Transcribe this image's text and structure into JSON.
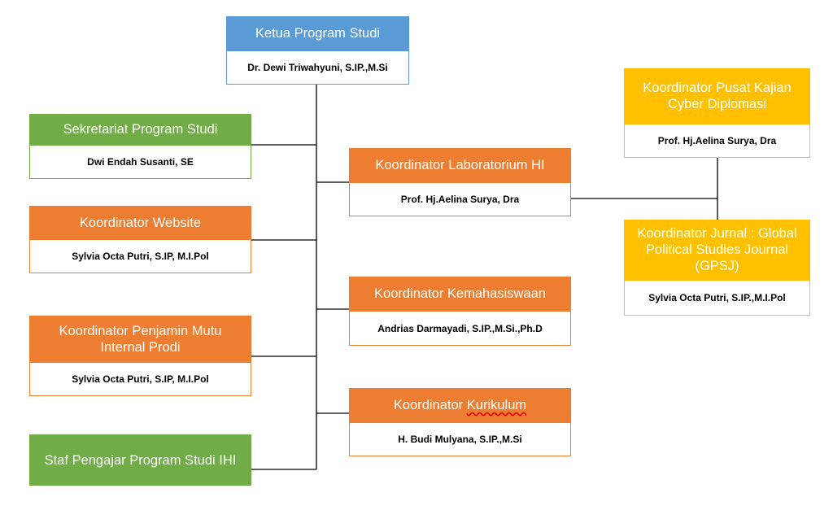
{
  "ketua": {
    "title": "Ketua Program Studi",
    "name": "Dr. Dewi Triwahyuni, S.IP.,M.Si"
  },
  "sekretariat": {
    "title": "Sekretariat Program Studi",
    "name": "Dwi Endah Susanti, SE"
  },
  "website": {
    "title": "Koordinator Website",
    "name": "Sylvia Octa Putri, S.IP, M.I.Pol"
  },
  "penjamin_mutu": {
    "title": "Koordinator Penjamin Mutu Internal Prodi",
    "name": "Sylvia Octa Putri, S.IP, M.I.Pol"
  },
  "staf": {
    "title": "Staf Pengajar Program Studi IHI"
  },
  "laboratorium": {
    "title": "Koordinator  Laboratorium HI",
    "name": "Prof. Hj.Aelina Surya, Dra"
  },
  "kemahasiswaan": {
    "title": "Koordinator  Kemahasiswaan",
    "name": "Andrias Darmayadi, S.IP.,M.Si.,Ph.D"
  },
  "kurikulum": {
    "title_prefix": "Koordinator ",
    "title_word": "Kurikulum",
    "name": "H. Budi Mulyana, S.IP.,M.Si"
  },
  "pusat_kajian": {
    "title": "Koordinator Pusat Kajian Cyber Diplomasi",
    "name": "Prof. Hj.Aelina Surya, Dra"
  },
  "jurnal": {
    "title": "Koordinator Jurnal : Global Political Studies Journal (GPSJ)",
    "name": "Sylvia Octa Putri, S.IP.,M.I.Pol"
  },
  "colors": {
    "blue": "#5b9bd5",
    "green": "#70ad47",
    "orange": "#ed7d31",
    "gold": "#ffc000",
    "line": "#000000"
  }
}
